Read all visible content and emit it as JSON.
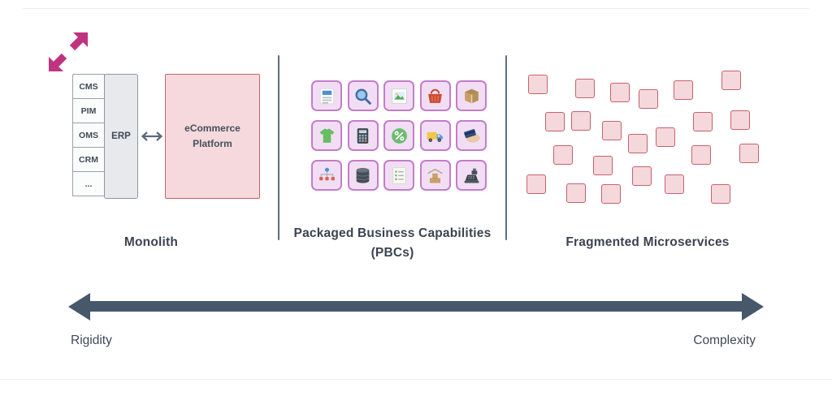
{
  "expand": {
    "icon": "resize-diagonal-arrows",
    "color": "#c03380"
  },
  "monolith": {
    "title": "Monolith",
    "modules": [
      "CMS",
      "PIM",
      "OMS",
      "CRM",
      "..."
    ],
    "erp_label": "ERP",
    "link_icon": "double-headed-arrow",
    "platform_label": "eCommerce Platform"
  },
  "pbc": {
    "title_line1": "Packaged Business Capabilities",
    "title_line2": "(PBCs)",
    "icons": [
      "document-icon",
      "search-icon",
      "picture-icon",
      "shopping-basket-icon",
      "package-icon",
      "tshirt-icon",
      "calculator-icon",
      "percent-discount-icon",
      "delivery-truck-icon",
      "card-payment-icon",
      "org-chart-icon",
      "database-icon",
      "checklist-icon",
      "warehouse-icon",
      "cash-register-icon"
    ]
  },
  "microservices": {
    "title": "Fragmented Microservices",
    "square_count": 23
  },
  "axis": {
    "left_label": "Rigidity",
    "right_label": "Complexity"
  },
  "colors": {
    "magenta_accent": "#c03380",
    "pink_fill": "#f5d9dc",
    "pink_border": "#c4636e",
    "purple_tile_fill": "#f2def4",
    "purple_tile_border": "#c47cca",
    "slate_arrow": "#47586a",
    "divider": "#5d6e80",
    "text": "#3a4450"
  }
}
